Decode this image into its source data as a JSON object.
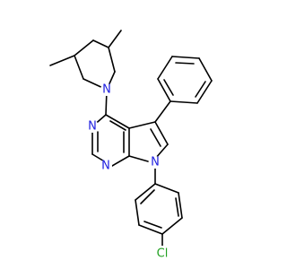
{
  "molecule": {
    "atoms": {
      "n_piperidine": "N",
      "n_pyrimidine_top": "N",
      "n_pyrimidine_bottom": "N",
      "n_pyrrole": "N",
      "cl": "Cl"
    },
    "colors": {
      "bond": "#000000",
      "nitrogen": "#2020e0",
      "chlorine": "#20a020"
    }
  }
}
